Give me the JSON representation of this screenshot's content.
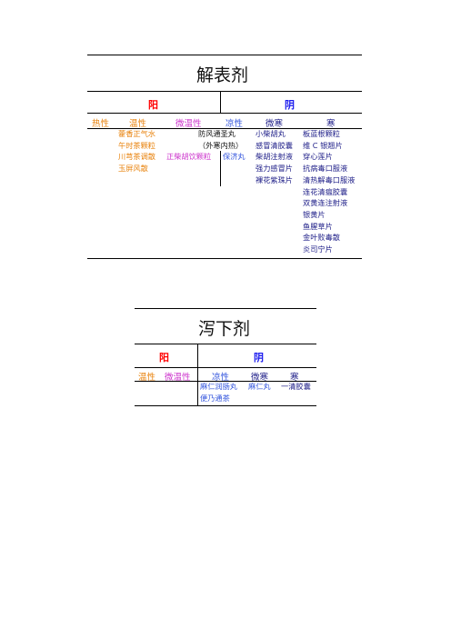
{
  "table1": {
    "title": "解表剂",
    "header": {
      "yang": "阳",
      "yin": "阴"
    },
    "subheaders": {
      "re": "热性",
      "wen": "温性",
      "weiwen": "微温性",
      "liang": "凉性",
      "weihan": "微寒",
      "han": "寒"
    },
    "wen_items": [
      "藿香正气水",
      "午时茶颗粒",
      "川芎茶调散",
      "玉屏风散"
    ],
    "weiwen_items": [
      "正柴胡饮颗粒"
    ],
    "mid_item": "防风通圣丸",
    "mid_note": "（外寒内热）",
    "liang_items": [
      "保济丸"
    ],
    "weihan_items": [
      "小柴胡丸",
      "感冒清胶囊",
      "柴胡注射液",
      "强力感冒片",
      "裸花紫珠片"
    ],
    "han_items": [
      "板蓝根颗粒",
      "维 C 银翘片",
      "穿心莲片",
      "抗病毒口服液",
      "清热解毒口服液",
      "连花清瘟胶囊",
      "双黄连注射液",
      "银黄片",
      "鱼腥草片",
      "金叶败毒散",
      "炎司宁片"
    ]
  },
  "table2": {
    "title": "泻下剂",
    "header": {
      "yang": "阳",
      "yin": "阴"
    },
    "subheaders": {
      "wen": "温性",
      "weiwen": "微温性",
      "liang": "凉性",
      "weihan": "微寒",
      "han": "寒"
    },
    "liang_items": [
      "麻仁润肠丸",
      "便乃通茶"
    ],
    "weihan_items": [
      "麻仁丸"
    ],
    "han_items": [
      "一清胶囊"
    ]
  }
}
